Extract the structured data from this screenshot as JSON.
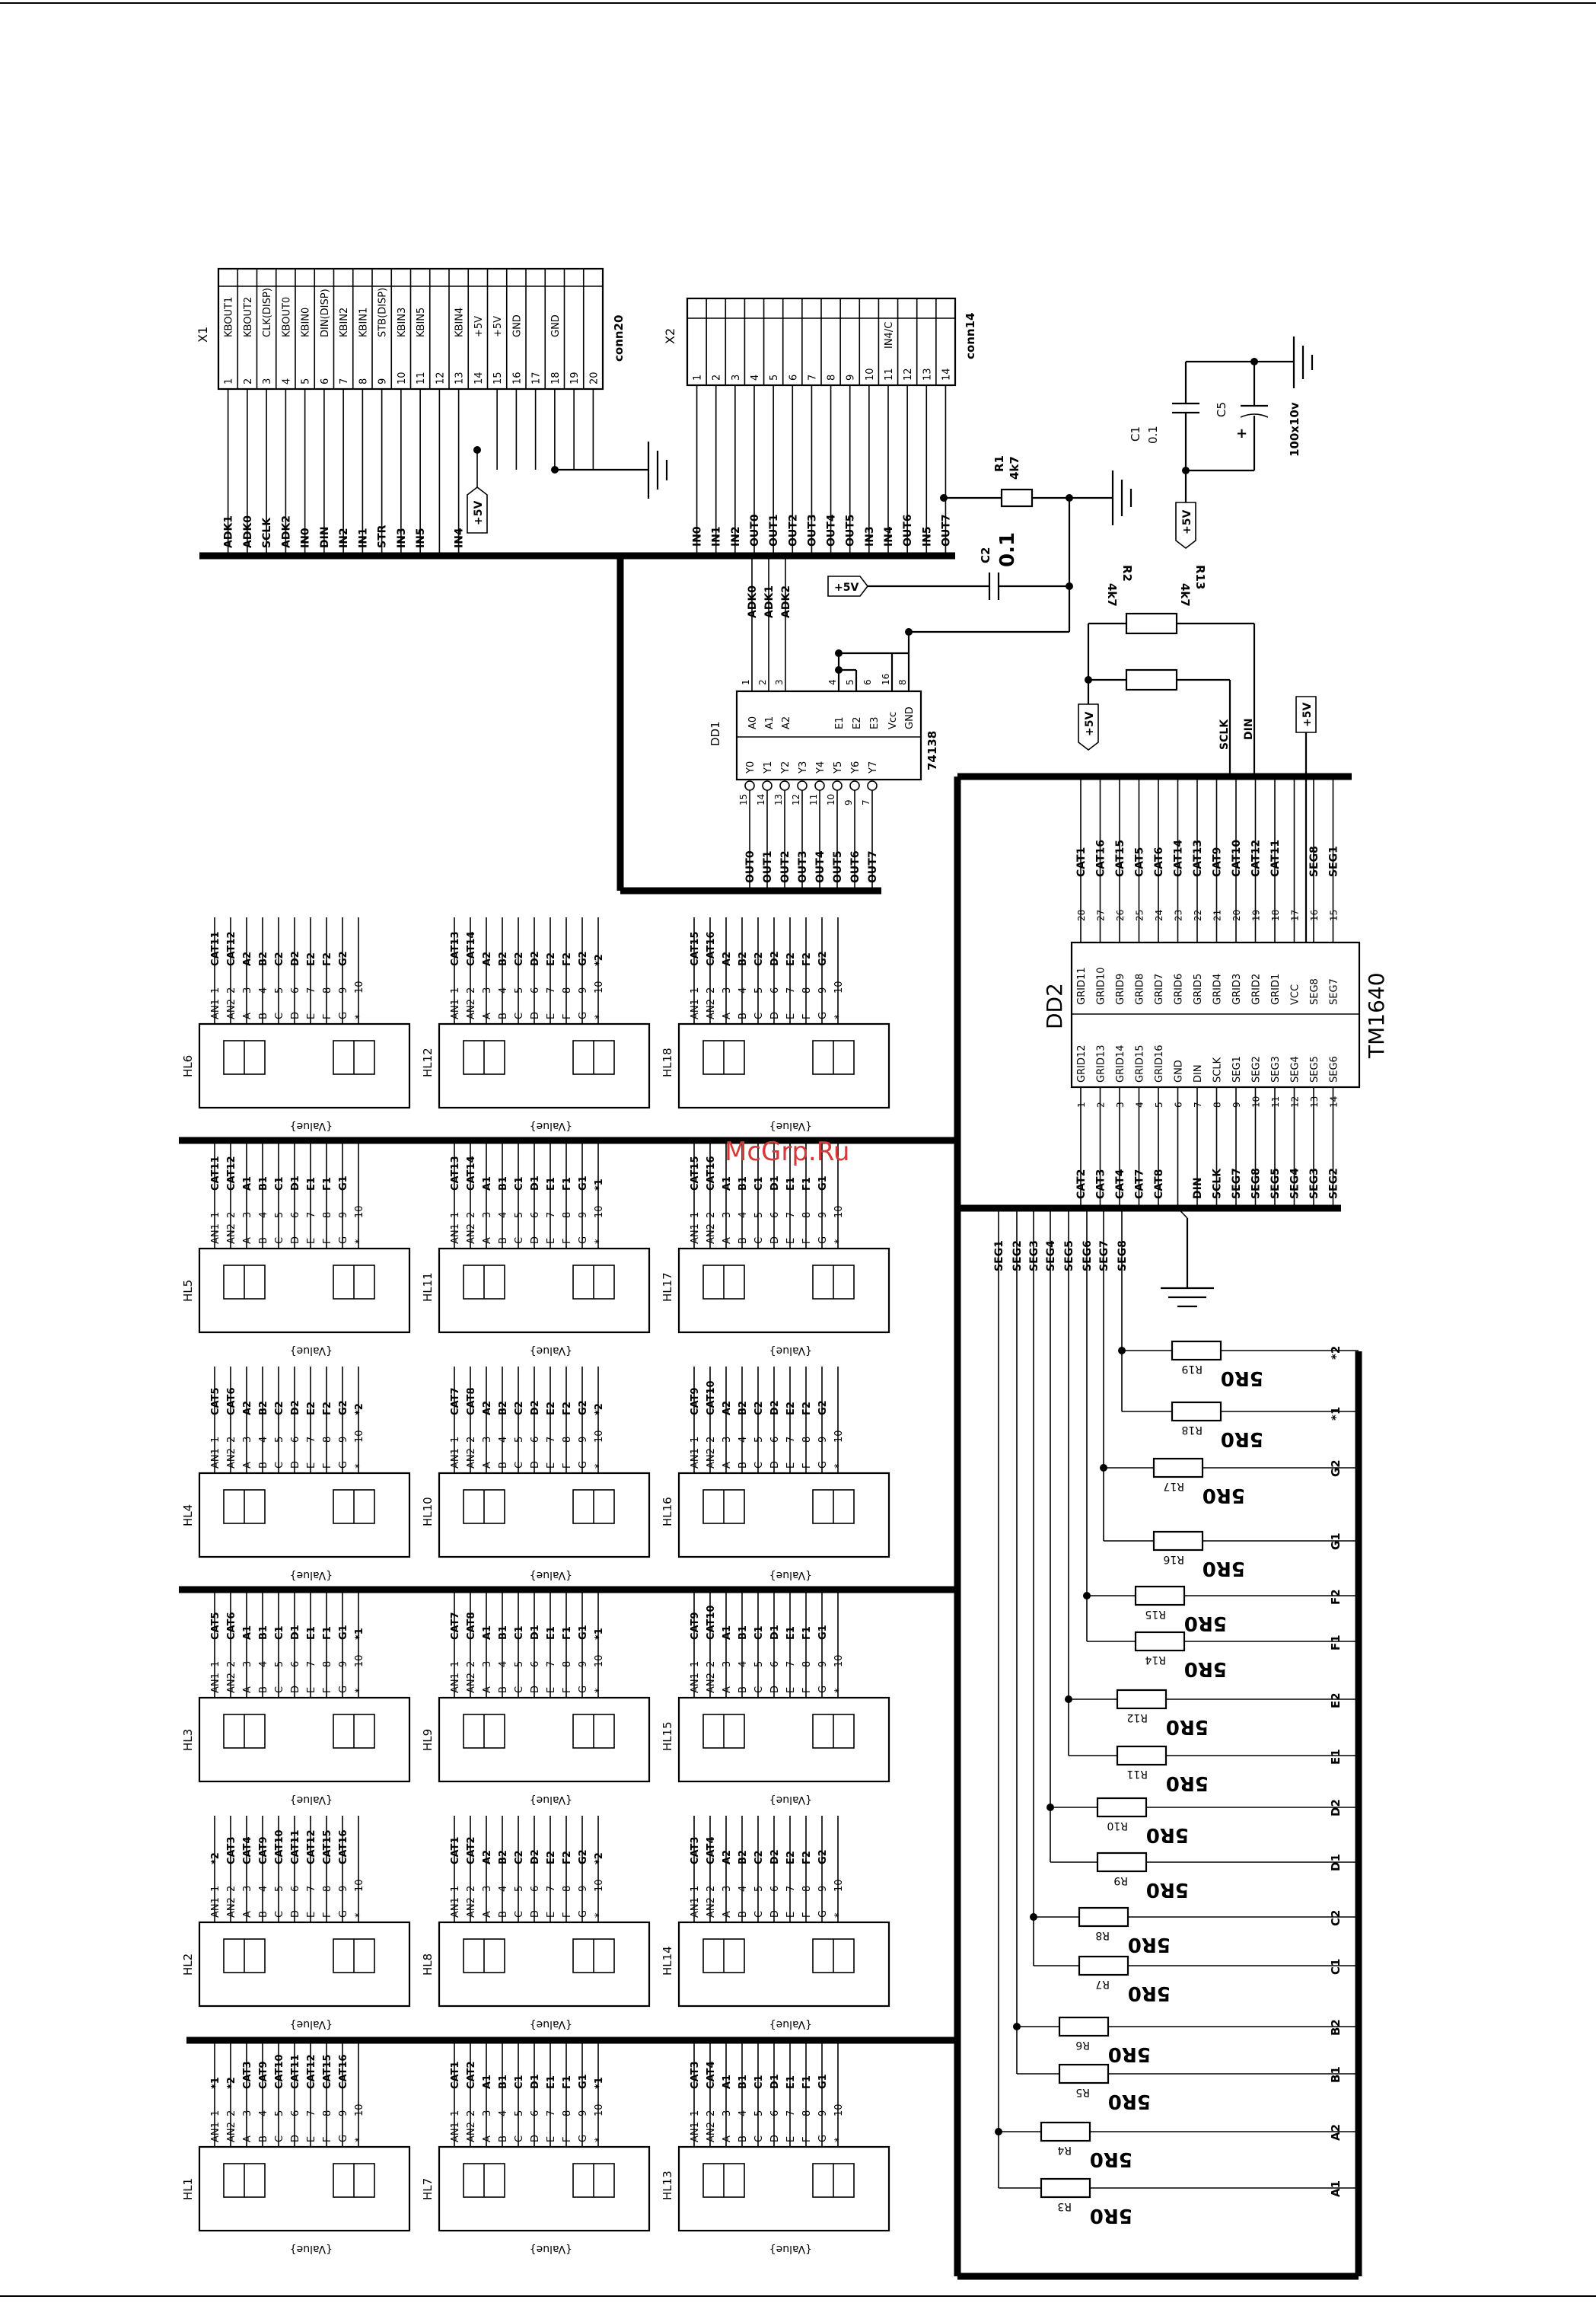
{
  "watermark": "McGrp.Ru",
  "x1": {
    "ref": "X1",
    "type": "conn20",
    "pins": [
      "1",
      "2",
      "3",
      "4",
      "5",
      "6",
      "7",
      "8",
      "9",
      "10",
      "11",
      "12",
      "13",
      "14",
      "15",
      "16",
      "17",
      "18",
      "19",
      "20"
    ],
    "labels": [
      "KBOUT1",
      "KBOUT2",
      "CLK(DISP)",
      "KBOUT0",
      "KBIN0",
      "DIN(DISP)",
      "KBIN2",
      "KBIN1",
      "STB(DISP)",
      "KBIN3",
      "KBIN5",
      "",
      "KBIN4",
      "+5V",
      "+5V",
      "GND",
      "",
      "GND",
      "",
      ""
    ],
    "bus_names": [
      "ADK1",
      "ADK0",
      "SCLK",
      "ADK2",
      "IN0",
      "DIN",
      "IN2",
      "IN1",
      "STR",
      "IN3",
      "IN5",
      "",
      "IN4",
      "+5V"
    ]
  },
  "x2": {
    "ref": "X2",
    "type": "conn14",
    "pins": [
      "1",
      "2",
      "3",
      "4",
      "5",
      "6",
      "7",
      "8",
      "9",
      "10",
      "11",
      "12",
      "13",
      "14"
    ],
    "labels": [
      "",
      "",
      "",
      "",
      "",
      "",
      "",
      "",
      "",
      "",
      "IN4/C",
      "",
      "",
      ""
    ],
    "bus_names": [
      "IN0",
      "IN1",
      "IN2",
      "OUT0",
      "OUT1",
      "OUT2",
      "OUT3",
      "OUT4",
      "OUT5",
      "IN3",
      "IN4",
      "OUT6",
      "IN5",
      "OUT7"
    ]
  },
  "power": {
    "vcc": "+5V",
    "gnd": "GND"
  },
  "r1": {
    "ref": "R1",
    "value": "4k7"
  },
  "r2": {
    "ref": "R2",
    "value": "4k7"
  },
  "r13": {
    "ref": "R13",
    "value": "4k7"
  },
  "c1": {
    "ref": "C1",
    "value": "0.1"
  },
  "c2": {
    "ref": "C2",
    "value": "0.1"
  },
  "c5": {
    "ref": "C5",
    "value": "100x10v"
  },
  "dd1": {
    "ref": "DD1",
    "part": "74138",
    "in_names": [
      "A0",
      "A1",
      "A2",
      "E1",
      "E2",
      "E3",
      "Vcc",
      "GND"
    ],
    "in_pins": [
      "1",
      "2",
      "3",
      "4",
      "5",
      "6",
      "16",
      "8"
    ],
    "in_nets": [
      "ADK0",
      "ADK1",
      "ADK2"
    ],
    "out_names": [
      "Y0",
      "Y1",
      "Y2",
      "Y3",
      "Y4",
      "Y5",
      "Y6",
      "Y7"
    ],
    "out_pins": [
      "15",
      "14",
      "13",
      "12",
      "11",
      "10",
      "9",
      "7"
    ],
    "out_nets": [
      "OUT0",
      "OUT1",
      "OUT2",
      "OUT3",
      "OUT4",
      "OUT5",
      "OUT6",
      "OUT7"
    ]
  },
  "dd2": {
    "ref": "DD2",
    "part": "TM1640",
    "left_names": [
      "GRID12",
      "GRID13",
      "GRID14",
      "GRID15",
      "GRID16",
      "GND",
      "DIN",
      "SCLK",
      "SEG1",
      "SEG2",
      "SEG3",
      "SEG4",
      "SEG5",
      "SEG6"
    ],
    "left_pins": [
      "1",
      "2",
      "3",
      "4",
      "5",
      "6",
      "7",
      "8",
      "9",
      "10",
      "11",
      "12",
      "13",
      "14"
    ],
    "left_nets": [
      "CAT2",
      "CAT3",
      "CAT4",
      "CAT7",
      "CAT8",
      "",
      "DIN",
      "SCLK",
      "SEG7",
      "SEG8",
      "SEG5",
      "SEG4",
      "SEG3",
      "SEG2"
    ],
    "right_names": [
      "GRID11",
      "GRID10",
      "GRID9",
      "GRID8",
      "GRID7",
      "GRID6",
      "GRID5",
      "GRID4",
      "GRID3",
      "GRID2",
      "GRID1",
      "VCC",
      "SEG8",
      "SEG7"
    ],
    "right_pins": [
      "28",
      "27",
      "26",
      "25",
      "24",
      "23",
      "22",
      "21",
      "20",
      "19",
      "18",
      "17",
      "16",
      "15"
    ],
    "right_nets": [
      "CAT1",
      "CAT16",
      "CAT15",
      "CAT5",
      "CAT6",
      "CAT14",
      "CAT13",
      "CAT9",
      "CAT10",
      "CAT12",
      "CAT11",
      "",
      "SEG8",
      "SEG1"
    ]
  },
  "seg_bus": [
    "SEG1",
    "SEG2",
    "SEG3",
    "SEG4",
    "SEG5",
    "SEG6",
    "SEG7",
    "SEG8"
  ],
  "resistors": [
    {
      "ref": "R3",
      "value": "5R0",
      "net": "A1"
    },
    {
      "ref": "R4",
      "value": "5R0",
      "net": "A2"
    },
    {
      "ref": "R5",
      "value": "5R0",
      "net": "B1"
    },
    {
      "ref": "R6",
      "value": "5R0",
      "net": "B2"
    },
    {
      "ref": "R7",
      "value": "5R0",
      "net": "C1"
    },
    {
      "ref": "R8",
      "value": "5R0",
      "net": "C2"
    },
    {
      "ref": "R9",
      "value": "5R0",
      "net": "D1"
    },
    {
      "ref": "R10",
      "value": "5R0",
      "net": "D2"
    },
    {
      "ref": "R11",
      "value": "5R0",
      "net": "E1"
    },
    {
      "ref": "R12",
      "value": "5R0",
      "net": "E2"
    },
    {
      "ref": "R14",
      "value": "5R0",
      "net": "F1"
    },
    {
      "ref": "R15",
      "value": "5R0",
      "net": "F2"
    },
    {
      "ref": "R16",
      "value": "5R0",
      "net": "G1"
    },
    {
      "ref": "R17",
      "value": "5R0",
      "net": "G2"
    },
    {
      "ref": "R18",
      "value": "5R0",
      "net": "*1"
    },
    {
      "ref": "R19",
      "value": "5R0",
      "net": "*2"
    }
  ],
  "display_pins": [
    "1",
    "2",
    "3",
    "4",
    "5",
    "6",
    "7",
    "8",
    "9",
    "10"
  ],
  "display_pin_names": [
    "AN1",
    "AN2",
    "A",
    "B",
    "C",
    "D",
    "E",
    "F",
    "G",
    "*"
  ],
  "display_value": "{Value}",
  "displays": [
    {
      "ref": "HL1",
      "nets": [
        "*1",
        "*2",
        "CAT3",
        "CAT9",
        "CAT10",
        "CAT11",
        "CAT12",
        "CAT15",
        "CAT16",
        ""
      ]
    },
    {
      "ref": "HL2",
      "nets": [
        "*2",
        "CAT3",
        "CAT4",
        "CAT9",
        "CAT10",
        "CAT11",
        "CAT12",
        "CAT15",
        "CAT16",
        ""
      ]
    },
    {
      "ref": "HL3",
      "nets": [
        "CAT5",
        "CAT6",
        "A1",
        "B1",
        "C1",
        "D1",
        "E1",
        "F1",
        "G1",
        "*1"
      ]
    },
    {
      "ref": "HL4",
      "nets": [
        "CAT5",
        "CAT6",
        "A2",
        "B2",
        "C2",
        "D2",
        "E2",
        "F2",
        "G2",
        "*2"
      ]
    },
    {
      "ref": "HL5",
      "nets": [
        "CAT11",
        "CAT12",
        "A1",
        "B1",
        "C1",
        "D1",
        "E1",
        "F1",
        "G1",
        ""
      ]
    },
    {
      "ref": "HL6",
      "nets": [
        "CAT11",
        "CAT12",
        "A2",
        "B2",
        "C2",
        "D2",
        "E2",
        "F2",
        "G2",
        ""
      ]
    },
    {
      "ref": "HL7",
      "nets": [
        "CAT1",
        "CAT2",
        "A1",
        "B1",
        "C1",
        "D1",
        "E1",
        "F1",
        "G1",
        "*1"
      ]
    },
    {
      "ref": "HL8",
      "nets": [
        "CAT1",
        "CAT2",
        "A2",
        "B2",
        "C2",
        "D2",
        "E2",
        "F2",
        "G2",
        "*2"
      ]
    },
    {
      "ref": "HL9",
      "nets": [
        "CAT7",
        "CAT8",
        "A1",
        "B1",
        "C1",
        "D1",
        "E1",
        "F1",
        "G1",
        "*1"
      ]
    },
    {
      "ref": "HL10",
      "nets": [
        "CAT7",
        "CAT8",
        "A2",
        "B2",
        "C2",
        "D2",
        "E2",
        "F2",
        "G2",
        "*2"
      ]
    },
    {
      "ref": "HL11",
      "nets": [
        "CAT13",
        "CAT14",
        "A1",
        "B1",
        "C1",
        "D1",
        "E1",
        "F1",
        "G1",
        "*1"
      ]
    },
    {
      "ref": "HL12",
      "nets": [
        "CAT13",
        "CAT14",
        "A2",
        "B2",
        "C2",
        "D2",
        "E2",
        "F2",
        "G2",
        "*2"
      ]
    },
    {
      "ref": "HL13",
      "nets": [
        "CAT3",
        "CAT4",
        "A1",
        "B1",
        "C1",
        "D1",
        "E1",
        "F1",
        "G1",
        ""
      ]
    },
    {
      "ref": "HL14",
      "nets": [
        "CAT3",
        "CAT4",
        "A2",
        "B2",
        "C2",
        "D2",
        "E2",
        "F2",
        "G2",
        ""
      ]
    },
    {
      "ref": "HL15",
      "nets": [
        "CAT9",
        "CAT10",
        "A1",
        "B1",
        "C1",
        "D1",
        "E1",
        "F1",
        "G1",
        ""
      ]
    },
    {
      "ref": "HL16",
      "nets": [
        "CAT9",
        "CAT10",
        "A2",
        "B2",
        "C2",
        "D2",
        "E2",
        "F2",
        "G2",
        ""
      ]
    },
    {
      "ref": "HL17",
      "nets": [
        "CAT15",
        "CAT16",
        "A1",
        "B1",
        "C1",
        "D1",
        "E1",
        "F1",
        "G1",
        ""
      ]
    },
    {
      "ref": "HL18",
      "nets": [
        "CAT15",
        "CAT16",
        "A2",
        "B2",
        "C2",
        "D2",
        "E2",
        "F2",
        "G2",
        ""
      ]
    }
  ]
}
